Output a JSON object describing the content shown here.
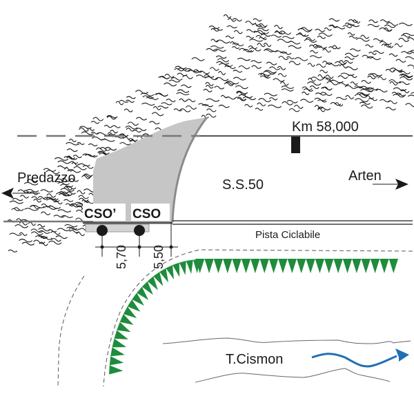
{
  "diagram": {
    "type": "road-plan-sketch",
    "labels": {
      "predazzo": "Predazzo",
      "arten": "Arten",
      "road": "S.S.50",
      "km_marker": "Km 58,000",
      "cycle_path": "Pista Ciclabile",
      "river": "T.Cismon",
      "cso_prime": "CSO’",
      "cso": "CSO"
    },
    "dimensions": {
      "dim_1": "5,70",
      "dim_2": "5,50"
    },
    "colors": {
      "rock_hatch": "#1a1a1a",
      "excavation_fill": "#c6c6c6",
      "road_line": "#1a1a1a",
      "dashed_line": "#777777",
      "embankment_green": "#1e8c3c",
      "river_arrow": "#1f6fb5",
      "river_bank": "#666666"
    },
    "directions": {
      "predazzo_arrow": "left",
      "arten_arrow": "right",
      "river_flow": "right"
    },
    "embankment_teeth": {
      "straight_count": 22,
      "curve_count": 20
    }
  }
}
